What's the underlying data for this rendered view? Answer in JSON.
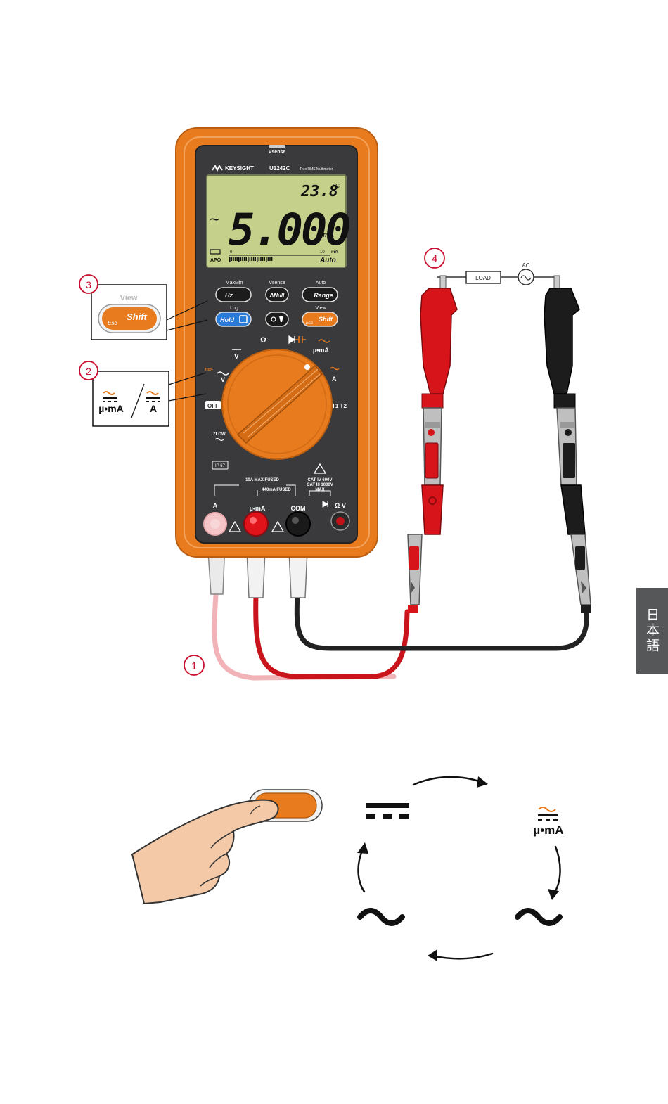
{
  "meter": {
    "vsense_top": "Vsense",
    "brand": "KEYSIGHT",
    "model": "U1242C",
    "subtitle": "True RMS Multimeter",
    "display": {
      "temp_value": "23.8",
      "temp_unit": "°C",
      "ac_symbol": "~",
      "main_value": "5.000",
      "main_unit": "mA",
      "bar_label_zero": "0",
      "bar_label_max": "10",
      "bar_unit": "mA",
      "apo": "APO",
      "auto": "Auto"
    },
    "buttons": {
      "maxmin_label": "MaxMin",
      "hz": "Hz",
      "vsense_label": "Vsense",
      "null": "ΔNull",
      "auto_label": "Auto",
      "range": "Range",
      "log_label": "Log",
      "hold": "Hold",
      "view_label": "View",
      "shift": "Shift",
      "esc": "Esc"
    },
    "dial": {
      "ohm": "Ω",
      "dc_v": "V",
      "ac_v": "V",
      "hz_pct": "Hz%",
      "off": "OFF",
      "zlow": "ZLOW",
      "ua_ma": "µ•mA",
      "amp": "A",
      "temp": "T1 T2"
    },
    "rating": {
      "ip": "IP 67",
      "fused_10a": "10A MAX FUSED",
      "fused_440ma": "440mA FUSED",
      "cat4": "CAT IV  600V",
      "cat3": "CAT III 1000V",
      "max": "MAX"
    },
    "terminals": {
      "a": "A",
      "ua_ma": "µ•mA",
      "com": "COM",
      "v_ohm": "Ω V"
    }
  },
  "callouts": {
    "c1": "1",
    "c2": "2",
    "c3": "3",
    "c4": "4",
    "view": "View",
    "shift": "Shift",
    "esc": "Esc",
    "ua_ma": "µ•mA",
    "amp": "A"
  },
  "circuit": {
    "load": "LOAD",
    "ac": "AC"
  },
  "cycle": {
    "ua_ma": "µ•mA"
  },
  "side_tab": "日本語",
  "colors": {
    "orange": "#e87b1e",
    "red_probe": "#d8141b",
    "callout": "#c8102e",
    "lcd": "#c5d18a",
    "body": "#3a3a3c"
  }
}
